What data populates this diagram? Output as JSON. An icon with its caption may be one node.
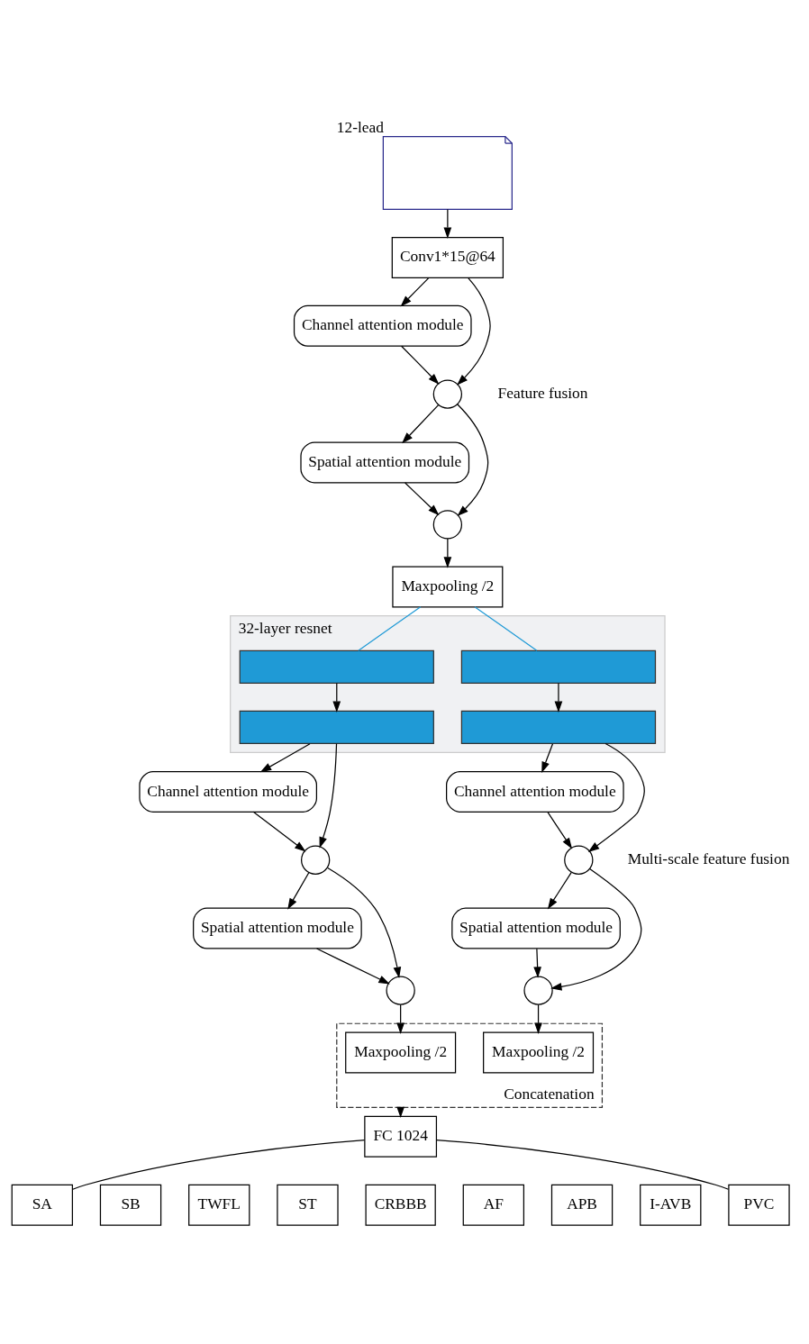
{
  "diagram": {
    "nodes": [
      {
        "text": [],
        "shape": "picture",
        "beside": [
          "12-lead"
        ]
      },
      {
        "text": [
          "Conv1*15@64"
        ]
      },
      {
        "text": [
          "Channel attention module"
        ]
      },
      {
        "text": [],
        "shape": "circle"
      },
      {
        "text": [
          "Spatial attention module"
        ]
      },
      {
        "text": [],
        "shape": "circle"
      },
      {
        "text": [
          "Maxpooling /2"
        ]
      },
      {
        "text": [
          "32-layer resnet"
        ]
      },
      {
        "text": [],
        "shape": "bar",
        "in": 7
      },
      {
        "text": [],
        "shape": "bar",
        "in": 7
      },
      {
        "text": [],
        "shape": "bar",
        "in": 7
      },
      {
        "text": [],
        "shape": "bar",
        "in": 7
      },
      {
        "text": [
          "Channel attention module"
        ]
      },
      {
        "text": [],
        "shape": "circle"
      },
      {
        "text": [
          "Spatial attention module"
        ]
      },
      {
        "text": [],
        "shape": "circle"
      },
      {
        "text": [
          "Channel attention module"
        ]
      },
      {
        "text": [],
        "shape": "circle"
      },
      {
        "text": [
          "Spatial attention module"
        ]
      },
      {
        "text": [],
        "shape": "circle"
      },
      {
        "text": [
          "Concatenation"
        ]
      },
      {
        "text": [
          "Maxpooling /2"
        ],
        "in": 20
      },
      {
        "text": [
          "Maxpooling /2"
        ],
        "in": 20
      },
      {
        "text": [
          "FC 1024"
        ]
      },
      {
        "text": [
          "SA"
        ]
      },
      {
        "text": [
          "SB"
        ]
      },
      {
        "text": [
          "TWFL"
        ]
      },
      {
        "text": [
          "ST"
        ]
      },
      {
        "text": [
          "CRBBB"
        ]
      },
      {
        "text": [
          "AF"
        ]
      },
      {
        "text": [
          "APB"
        ]
      },
      {
        "text": [
          "I-AVB"
        ]
      },
      {
        "text": [
          "PVC"
        ]
      }
    ],
    "edges": [
      {
        "from": 0,
        "to": 1,
        "arrow": "to"
      },
      {
        "from": 1,
        "to": 3,
        "arrow": "to"
      },
      {
        "from": 1,
        "to": 2,
        "arrow": "to"
      },
      {
        "from": 2,
        "to": 3,
        "arrow": "to"
      },
      {
        "from": 3,
        "to": 4,
        "arrow": "to"
      },
      {
        "from": 3,
        "to": 5,
        "arrow": "to"
      },
      {
        "from": 4,
        "to": 5,
        "arrow": "to"
      },
      {
        "from": 5,
        "to": 6,
        "arrow": "to"
      },
      {
        "from": 6,
        "to": 8,
        "arrow": "none",
        "color": "#1f9ad6"
      },
      {
        "from": 6,
        "to": 9,
        "arrow": "none",
        "color": "#1f9ad6"
      },
      {
        "from": 8,
        "to": 10,
        "arrow": "to"
      },
      {
        "from": 9,
        "to": 11,
        "arrow": "to"
      },
      {
        "from": 10,
        "to": 12,
        "arrow": "to"
      },
      {
        "from": 10,
        "to": 13,
        "arrow": "to"
      },
      {
        "from": 12,
        "to": 13,
        "arrow": "to"
      },
      {
        "from": 13,
        "to": 14,
        "arrow": "to"
      },
      {
        "from": 13,
        "to": 15,
        "arrow": "to"
      },
      {
        "from": 14,
        "to": 15,
        "arrow": "to"
      },
      {
        "from": 15,
        "to": 21,
        "arrow": "to"
      },
      {
        "from": 11,
        "to": 16,
        "arrow": "to"
      },
      {
        "from": 11,
        "to": 17,
        "arrow": "to"
      },
      {
        "from": 16,
        "to": 17,
        "arrow": "to"
      },
      {
        "from": 17,
        "to": 18,
        "arrow": "to"
      },
      {
        "from": 17,
        "to": 19,
        "arrow": "to"
      },
      {
        "from": 18,
        "to": 19,
        "arrow": "to"
      },
      {
        "from": 19,
        "to": 22,
        "arrow": "to"
      },
      {
        "from": 20,
        "to": 23,
        "arrow": "to"
      },
      {
        "from": 23,
        "to": 24,
        "arrow": "none"
      },
      {
        "from": 23,
        "to": 32,
        "arrow": "none"
      }
    ],
    "labels": [
      "Feature fusion",
      "Multi-scale feature fusion"
    ]
  }
}
